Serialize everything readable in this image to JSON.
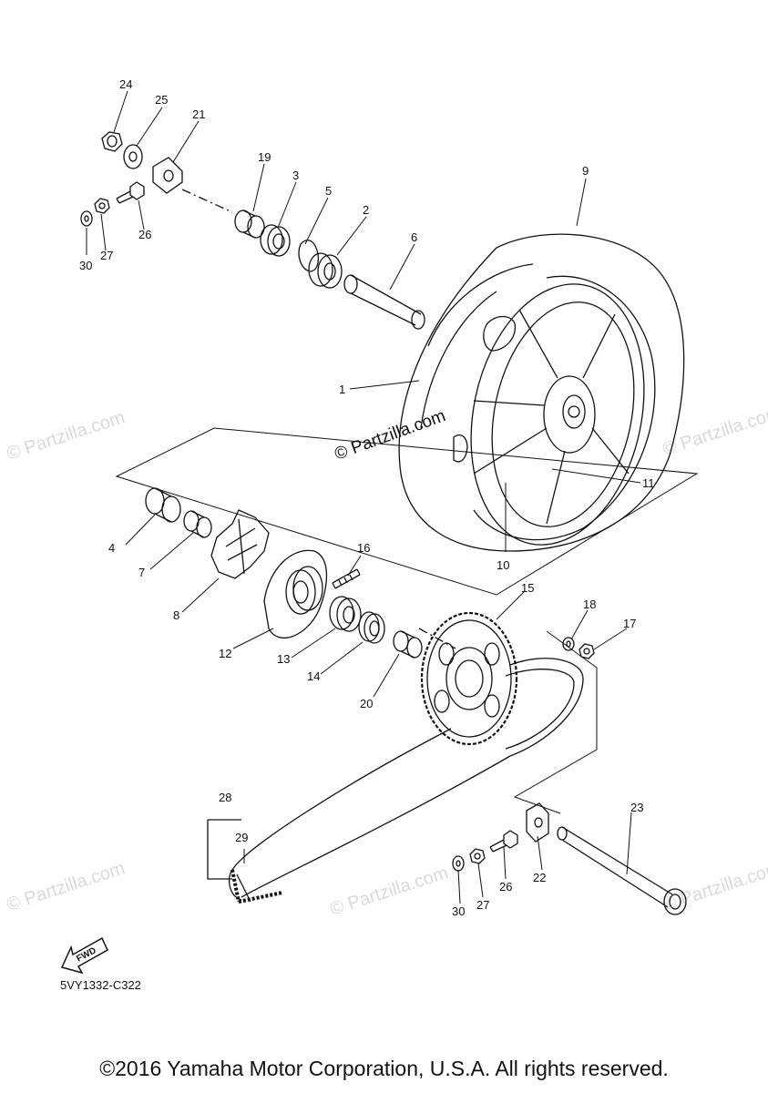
{
  "diagram_code": "5VY1332-C322",
  "copyright": "©2016 Yamaha Motor Corporation, U.S.A. All rights reserved.",
  "watermark": "© Partzilla.com",
  "fwd_label": "FWD",
  "callouts": {
    "p1": "1",
    "p2": "2",
    "p3": "3",
    "p4": "4",
    "p5": "5",
    "p6": "6",
    "p7": "7",
    "p8": "8",
    "p9": "9",
    "p10": "10",
    "p11": "11",
    "p12": "12",
    "p13": "13",
    "p14": "14",
    "p15": "15",
    "p16": "16",
    "p17": "17",
    "p18": "18",
    "p19": "19",
    "p20": "20",
    "p21": "21",
    "p22": "22",
    "p23": "23",
    "p24": "24",
    "p25": "25",
    "p26a": "26",
    "p26b": "26",
    "p27a": "27",
    "p27b": "27",
    "p28": "28",
    "p29": "29",
    "p30a": "30",
    "p30b": "30"
  }
}
